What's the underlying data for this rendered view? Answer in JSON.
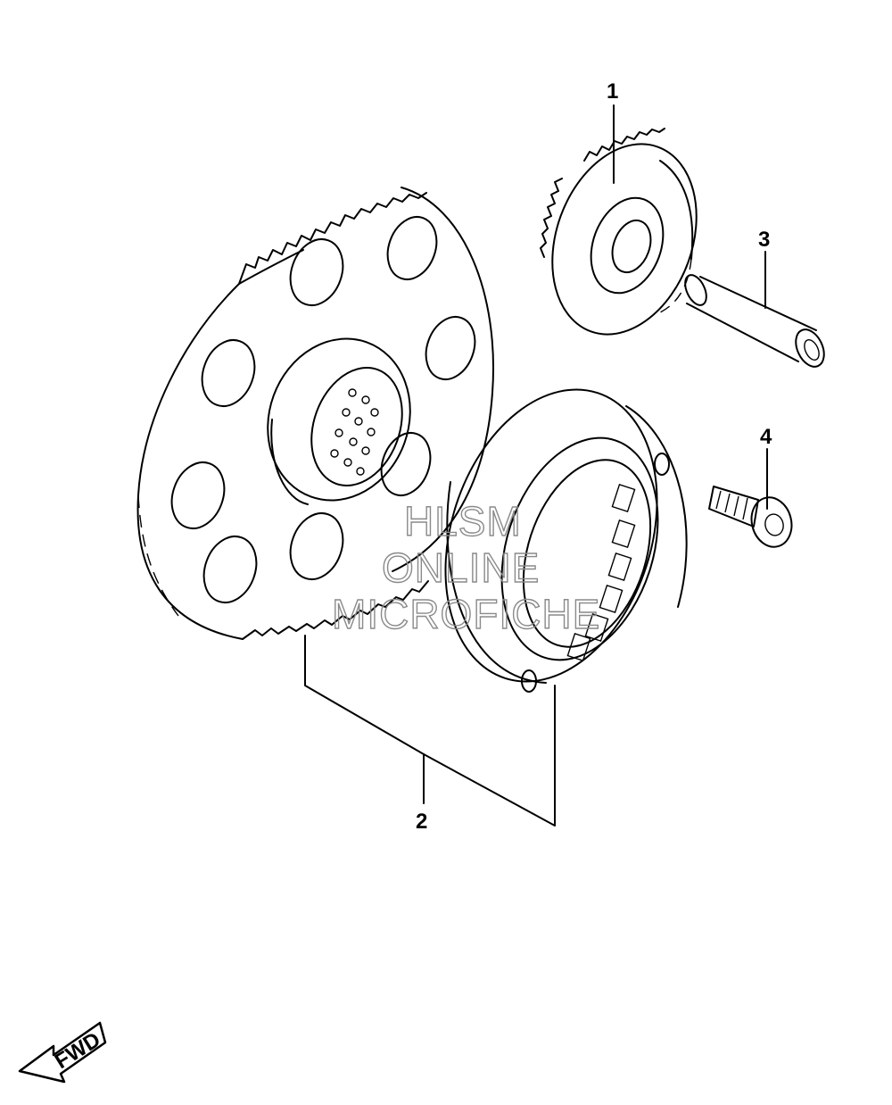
{
  "callouts": [
    {
      "id": "part-1",
      "label": "1"
    },
    {
      "id": "part-2",
      "label": "2"
    },
    {
      "id": "part-3",
      "label": "3"
    },
    {
      "id": "part-4",
      "label": "4"
    }
  ],
  "watermark": {
    "line1": "HLSM",
    "line2": "ONLINE",
    "line3": "MICROFICHE"
  },
  "direction_badge": {
    "label": "FWD"
  },
  "colors": {
    "line": "#000000",
    "watermark": "#8a8a8a",
    "background": "#ffffff"
  }
}
